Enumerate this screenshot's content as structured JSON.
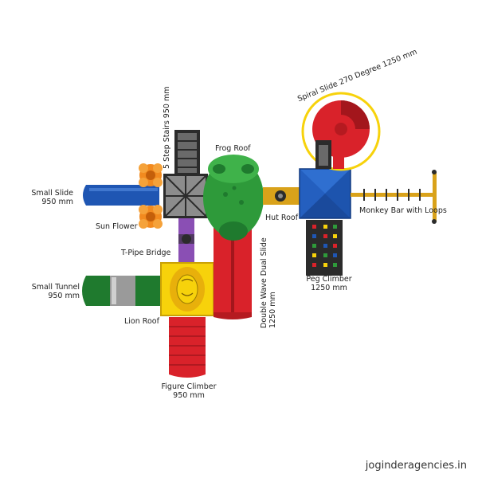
{
  "labels": {
    "small_slide": [
      "Small Slide",
      "950 mm"
    ],
    "sun_flower": "Sun Flower",
    "t_pipe_bridge": "T-Pipe Bridge",
    "small_tunnel": [
      "Small Tunnel",
      "950 mm"
    ],
    "lion_roof": "Lion Roof",
    "figure_climber": [
      "Figure Climber",
      "950 mm"
    ],
    "step_stairs": "5 Step Stairs 950 mm",
    "frog_roof": "Frog Roof",
    "double_wave": [
      "Double Wave Dual Slide",
      "1250 mm"
    ],
    "hut_roof": "Hut Roof",
    "monkey_bar": "Monkey Bar with Loops",
    "peg_climber": [
      "Peg Climber",
      "1250 mm"
    ],
    "spiral_slide": "Spiral Slide 270 Degree 1250 mm"
  },
  "watermark": "joginderagencies.in",
  "colors": {
    "blue": "#1f56b3",
    "red": "#d9222a",
    "green": "#2e9a3a",
    "yellow": "#f7d20b",
    "orange": "#f28a1f",
    "purple": "#8a4fb4",
    "gold": "#d9a21a",
    "dark": "#2b2b2b"
  }
}
